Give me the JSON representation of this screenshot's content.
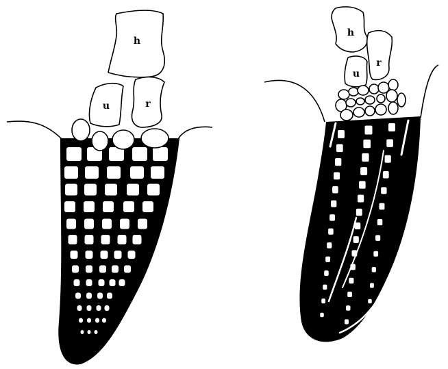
{
  "figure": {
    "left_fin": {
      "labels": {
        "humerus": "h",
        "ulna": "u",
        "radius": "r"
      }
    },
    "right_fin": {
      "labels": {
        "humerus": "h",
        "ulna": "u",
        "radius": "r"
      }
    }
  },
  "colors": {
    "ink": "#000000",
    "paper": "#ffffff"
  }
}
